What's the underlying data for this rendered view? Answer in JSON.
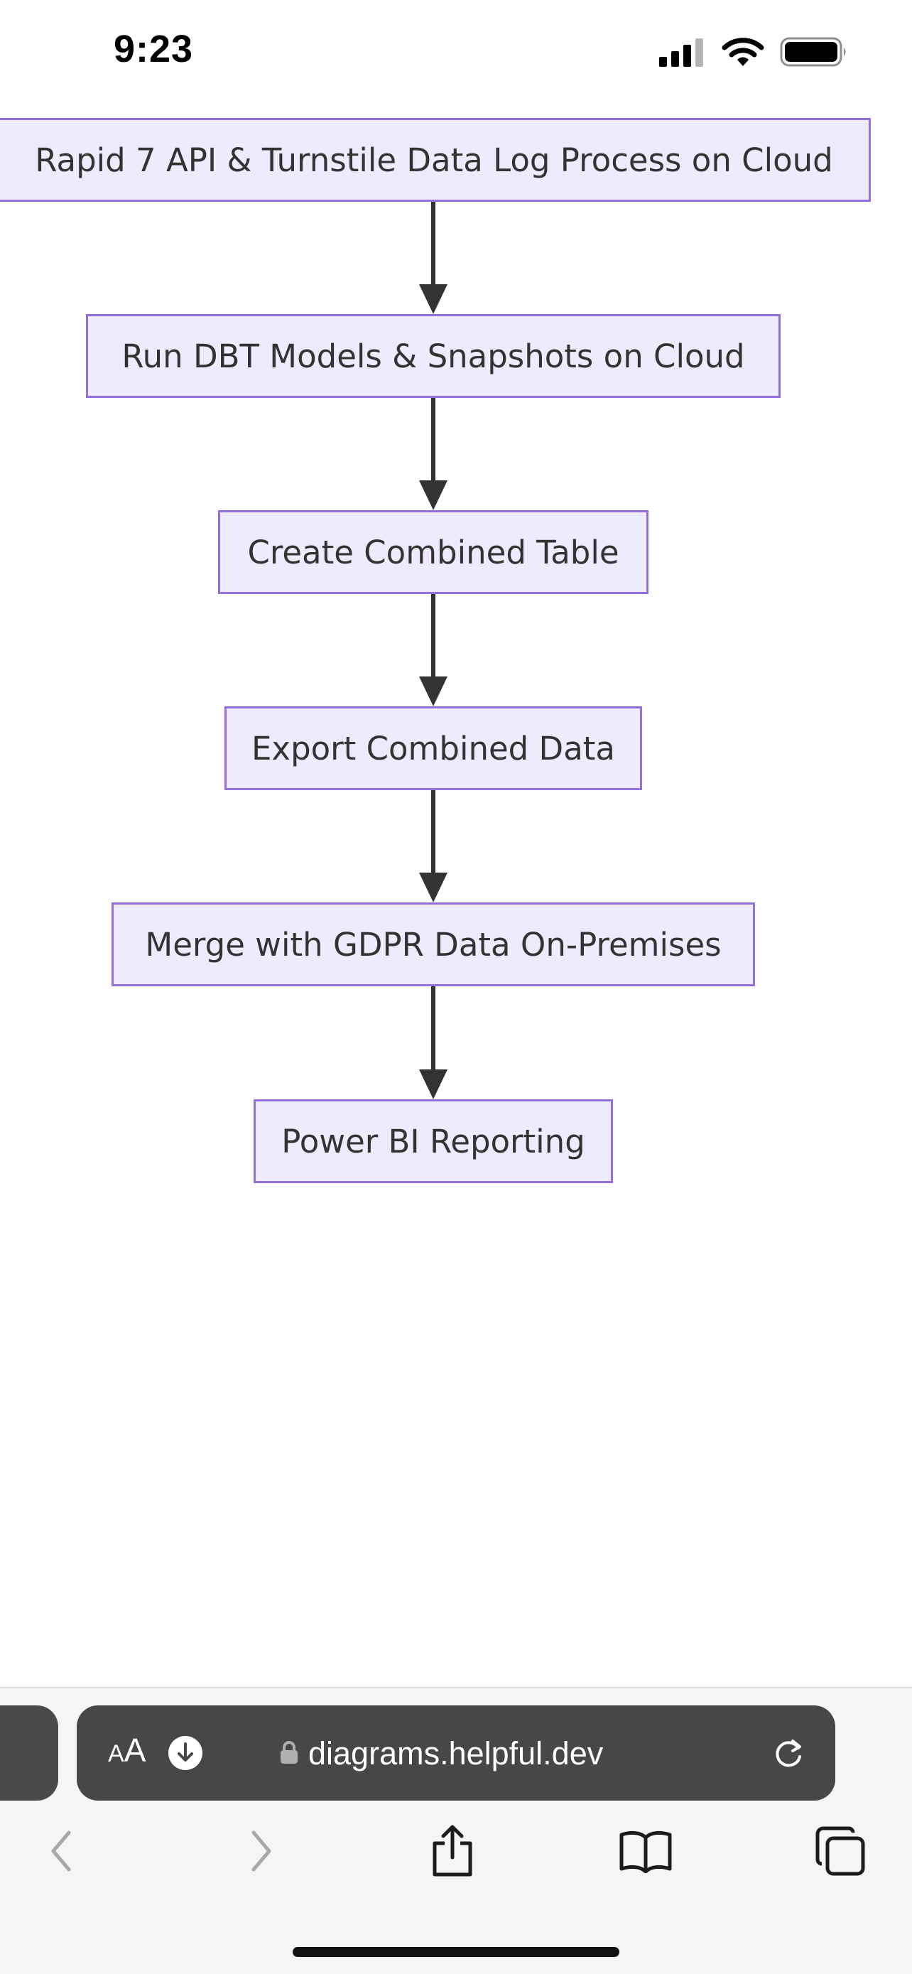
{
  "status_bar": {
    "time": "9:23",
    "icons": [
      "cellular-signal-icon",
      "wifi-icon",
      "battery-icon"
    ]
  },
  "diagram": {
    "nodes": [
      "Rapid 7 API & Turnstile Data Log Process on Cloud",
      "Run DBT Models & Snapshots on Cloud",
      "Create Combined Table",
      "Export Combined Data",
      "Merge with GDPR Data On-Premises",
      "Power BI Reporting"
    ],
    "colors": {
      "node_fill": "#ececfe",
      "node_border": "#9370db",
      "text": "#333333",
      "arrow": "#333333"
    }
  },
  "browser": {
    "aa_small": "A",
    "aa_big": "A",
    "url": "diagrams.helpful.dev",
    "icons": {
      "download": "download-icon",
      "lock": "lock-icon",
      "reload": "reload-icon",
      "back": "chevron-left-icon",
      "forward": "chevron-right-icon",
      "share": "share-icon",
      "bookmarks": "book-icon",
      "tabs": "tabs-icon"
    }
  }
}
